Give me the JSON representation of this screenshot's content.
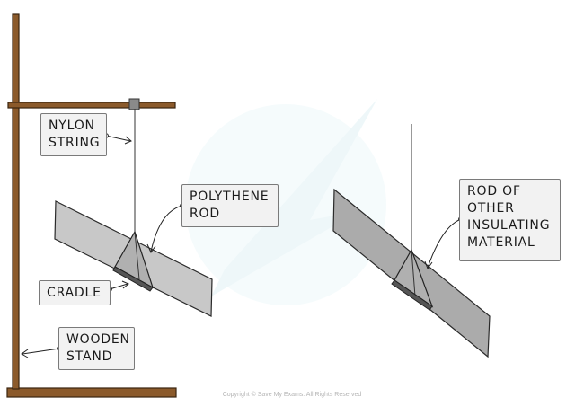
{
  "labels": {
    "nylon_string": [
      "NYLON",
      "STRING"
    ],
    "polythene_rod": [
      "POLYTHENE",
      "ROD"
    ],
    "cradle": [
      "CRADLE"
    ],
    "wooden_stand": [
      "WOODEN",
      "STAND"
    ],
    "rod_of_other_material": [
      "ROD OF",
      "OTHER",
      "INSULATING",
      "MATERIAL"
    ]
  },
  "copyright": "Copyright © Save My Exams. All Rights Reserved",
  "colors": {
    "wood": "#8b5a2b",
    "wood_outline": "#3a2410",
    "rod_fill": "#c8c8c8",
    "rod_dark": "#a9a9a9",
    "cradle_fill": "#b0b0b0",
    "label_fill": "#f2f2f2",
    "outline": "#222222",
    "watermark": "#e8f6f8"
  }
}
